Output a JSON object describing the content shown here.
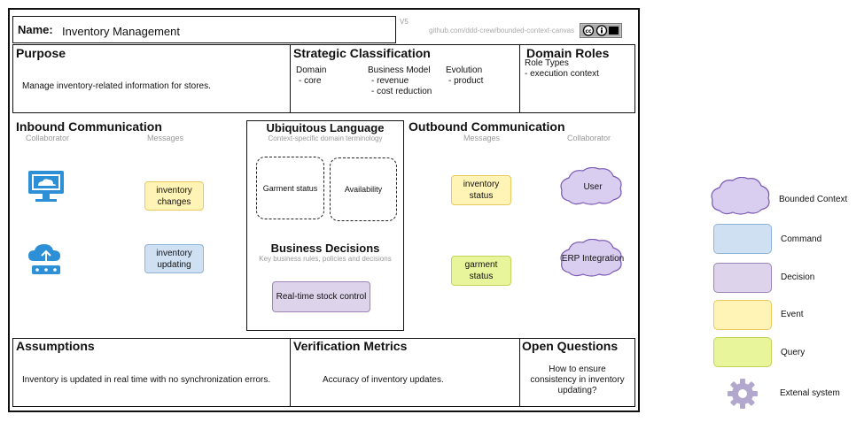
{
  "header": {
    "name_label": "Name:",
    "name_value": "Inventory Management",
    "version": "V5",
    "repo": "github.com/ddd-crew/bounded-context-canvas"
  },
  "purpose": {
    "title": "Purpose",
    "text": "Manage inventory-related information for stores."
  },
  "strategic": {
    "title": "Strategic Classification",
    "domain_label": "Domain",
    "domain_value": "- core",
    "model_label": "Business Model",
    "model_values": [
      "- revenue",
      "- cost reduction"
    ],
    "evolution_label": "Evolution",
    "evolution_value": "- product"
  },
  "domain_roles": {
    "title": "Domain Roles",
    "subtitle": "Role Types",
    "value": "- execution context"
  },
  "inbound": {
    "title": "Inbound Communication",
    "collaborator_label": "Collaborator",
    "messages_label": "Messages",
    "messages": [
      {
        "text": "inventory changes",
        "color": "yellow"
      },
      {
        "text": "inventory updating",
        "color": "blue"
      }
    ]
  },
  "ubiquitous": {
    "title": "Ubiquitous Language",
    "subtitle": "Context-specific domain terminology",
    "terms": [
      "Garment status",
      "Availability"
    ]
  },
  "business_decisions": {
    "title": "Business Decisions",
    "subtitle": "Key business rules, policies and decisions",
    "decision": "Real-time stock control"
  },
  "outbound": {
    "title": "Outbound Communication",
    "messages_label": "Messages",
    "collaborator_label": "Collaborator",
    "messages": [
      {
        "text": "inventory status",
        "color": "yellow"
      },
      {
        "text": "garment status",
        "color": "green"
      }
    ],
    "collaborators": [
      "User",
      "ERP Integration"
    ]
  },
  "assumptions": {
    "title": "Assumptions",
    "text": "Inventory is updated in real time with no synchronization errors."
  },
  "metrics": {
    "title": "Verification Metrics",
    "text": "Accuracy of inventory updates."
  },
  "questions": {
    "title": "Open Questions",
    "text": [
      "How to ensure",
      "consistency in inventory",
      "updating?"
    ]
  },
  "legend": {
    "items": [
      {
        "label": "Bounded Context",
        "color": "#d9cdf0"
      },
      {
        "label": "Command",
        "color": "#cfe0f3"
      },
      {
        "label": "Decision",
        "color": "#ddd3ea"
      },
      {
        "label": "Event",
        "color": "#fff3b5"
      },
      {
        "label": "Query",
        "color": "#e8f59a"
      },
      {
        "label": "Extenal system",
        "color": "#b2a7cc"
      }
    ]
  },
  "icons": [
    "monitor-icon",
    "cloud-network-icon",
    "gear-icon",
    "cc-license-icon"
  ],
  "colors": {
    "accent_blue": "#2d8fd5",
    "cloud": "#d9cdf0",
    "cloud_border": "#7a58b3"
  }
}
